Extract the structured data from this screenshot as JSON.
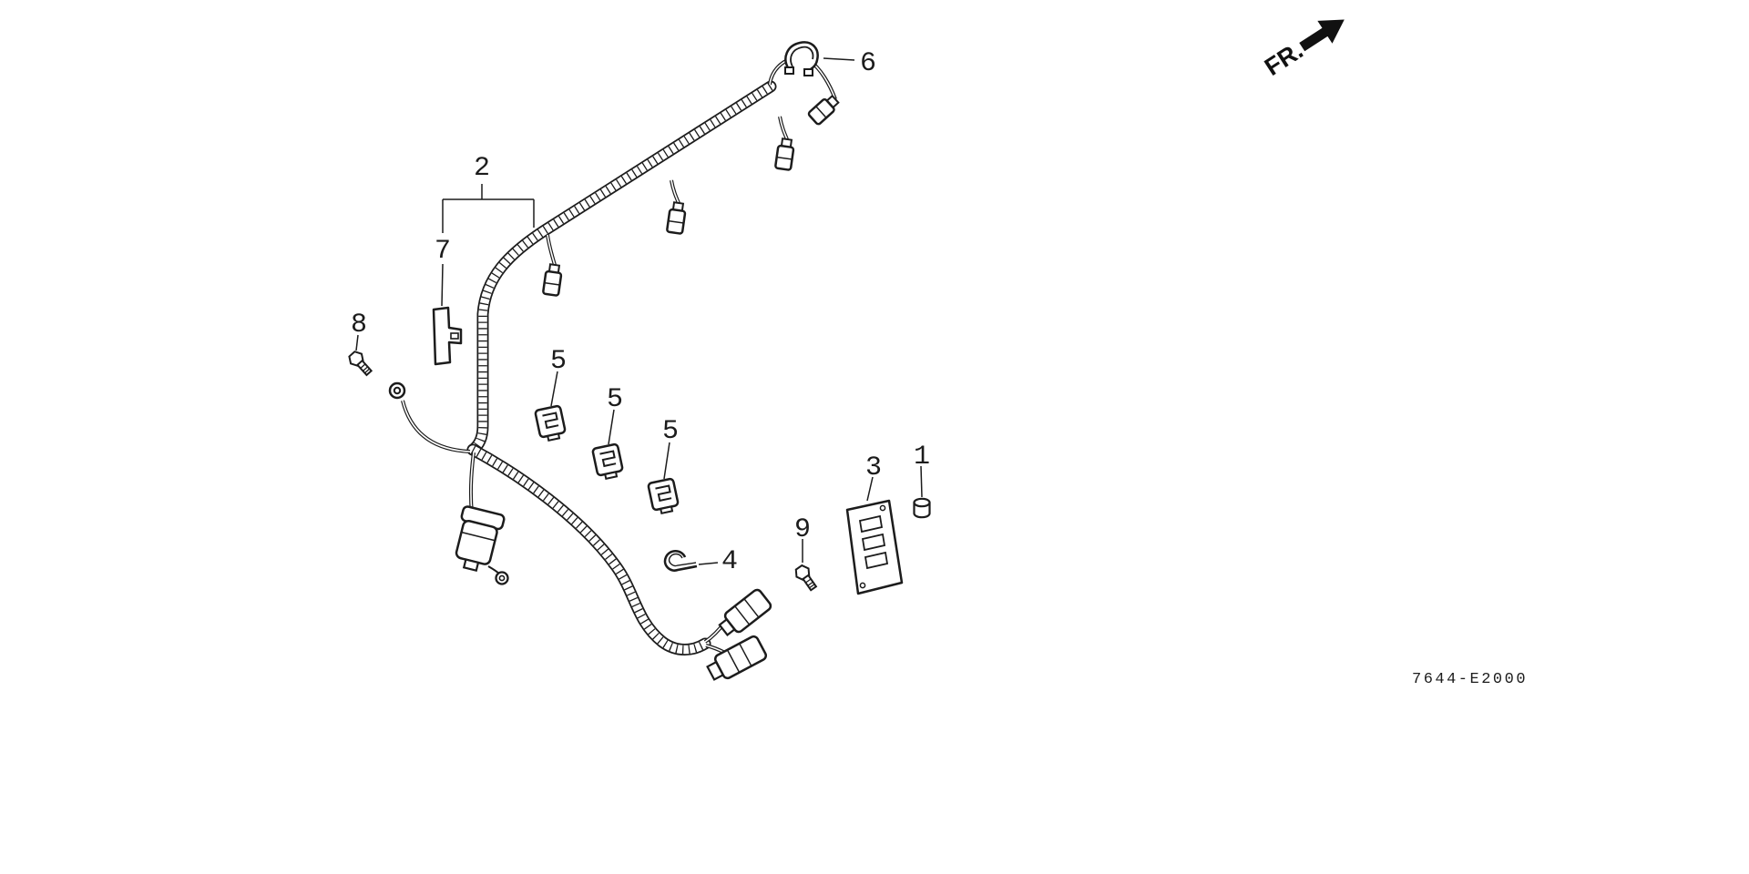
{
  "diagram": {
    "drawing_code": "7644-E2000",
    "direction_label": "FR.",
    "callouts": {
      "c1": "1",
      "c2": "2",
      "c3": "3",
      "c4": "4",
      "c5a": "5",
      "c5b": "5",
      "c5c": "5",
      "c6": "6",
      "c7": "7",
      "c8": "8",
      "c9": "9"
    },
    "colors": {
      "background": "#ffffff",
      "line": "#1c1c1c"
    }
  }
}
